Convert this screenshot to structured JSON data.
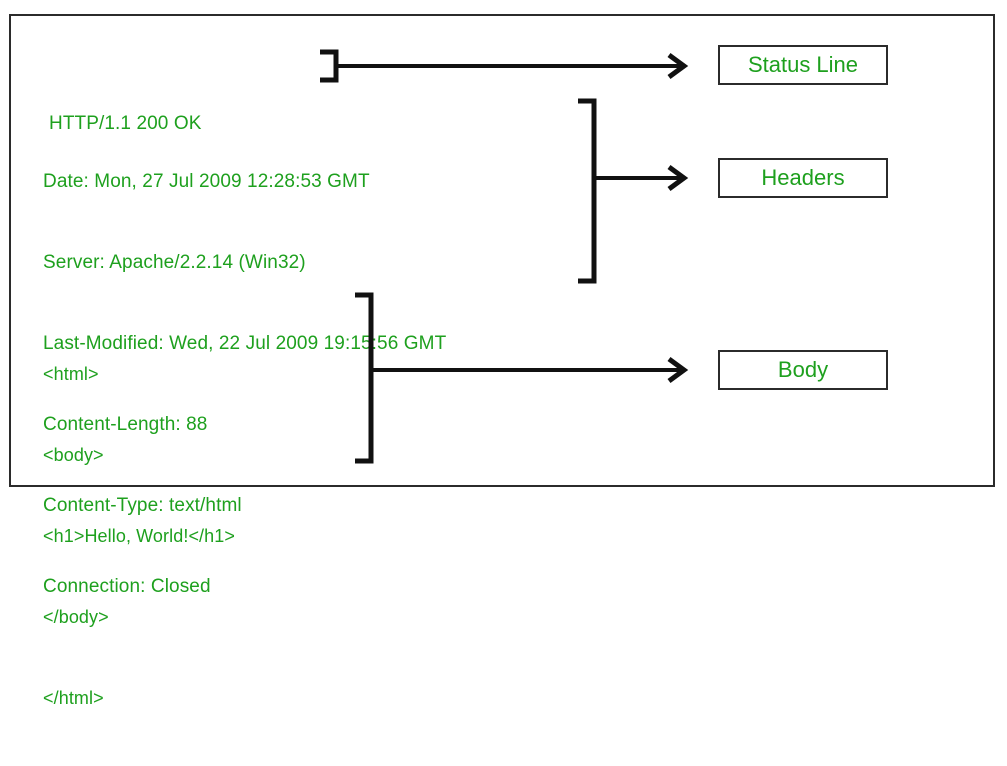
{
  "diagram": {
    "title_context": "HTTP response message structure",
    "frame_border_color": "#2b2b2b",
    "text_color": "#1ea01e",
    "connector_color": "#111111",
    "background": "#ffffff"
  },
  "message": {
    "status_line": "HTTP/1.1 200 OK",
    "headers": [
      "Date: Mon, 27 Jul 2009 12:28:53 GMT",
      "Server: Apache/2.2.14 (Win32)",
      "Last-Modified: Wed, 22 Jul 2009 19:15:56 GMT",
      "Content-Length: 88",
      "Content-Type: text/html",
      "Connection: Closed"
    ],
    "body": [
      "<html>",
      "<body>",
      "<h1>Hello, World!</h1>",
      "</body>",
      "</html>"
    ]
  },
  "labels": {
    "status": "Status Line",
    "headers": "Headers",
    "body": "Body"
  }
}
